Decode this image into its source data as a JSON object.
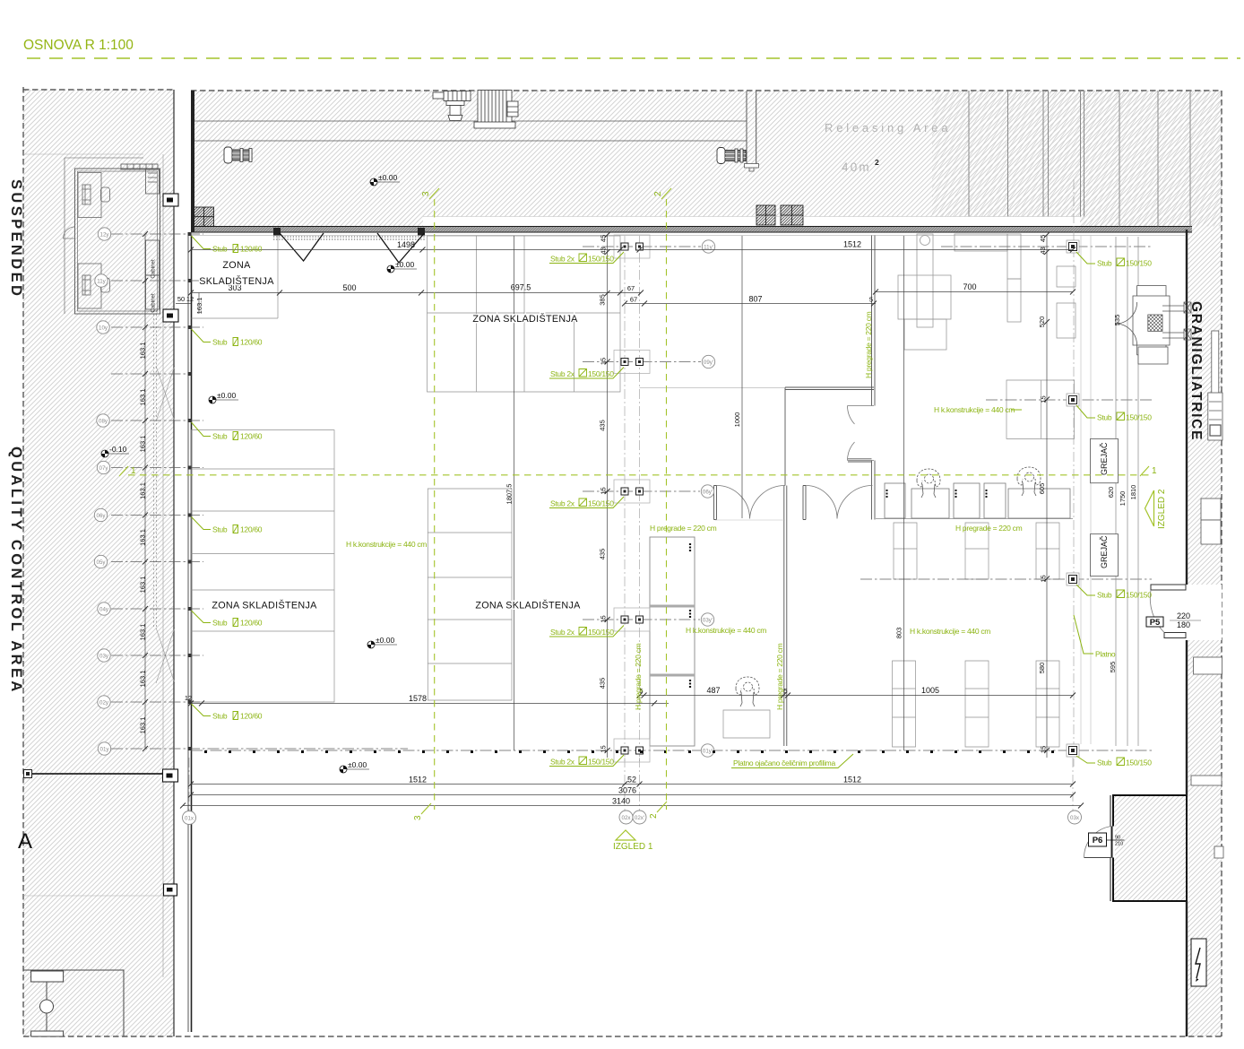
{
  "title": "OSNOVA R 1:100",
  "labels": {
    "suspended": "SUSPENDED",
    "quality_control": "QUALITY CONTROL AREA",
    "granigliatrice": "GRANIGLIATRICE",
    "section_a": "A",
    "releasing_area": "Releasing Area",
    "releasing_size": "40m",
    "releasing_sup": "2",
    "zona_word1": "ZONA",
    "zona_word2": "SKLADIŠTENJA",
    "zona_full": "ZONA SKLADIŠTENJA",
    "cabinet": "Cabinet",
    "grejac": "GREJAČ"
  },
  "green": {
    "stub120_prefix": "Stub",
    "stub120_size": "120/60",
    "stub150_prefix": "Stub 2x",
    "stub150_size": "150/150",
    "stub150s_prefix": "Stub",
    "stub150s_size": "150/150",
    "h_konstrukcije": "H k.konstrukcije = 440 cm",
    "h_pregrade": "H pregrade = 220 cm",
    "platno": "Platno",
    "platno_full": "Platno ojačano čeličnim profilima",
    "izgled1": "IZGLED 1",
    "izgled2": "IZGLED 2",
    "sec1": "1",
    "sec2": "2",
    "sec3": "3"
  },
  "levels": {
    "zero": "±0.00",
    "minus": "-0.10"
  },
  "grid": {
    "left": [
      "12y",
      "11y",
      "10y",
      "08y",
      "07y",
      "06y",
      "05y",
      "04y",
      "03y",
      "02y",
      "01y"
    ],
    "inner": [
      "11y'",
      "09y'",
      "06y'",
      "03y'",
      "01y'"
    ],
    "bottom": [
      "01x",
      "02x",
      "02x'",
      "03x"
    ]
  },
  "doors": {
    "p5": "P5",
    "p6": "P6",
    "p6_w": "210",
    "p6_w_top": "90"
  },
  "dims": {
    "d5": "5",
    "d12": "12",
    "d15": "15",
    "d43": "43",
    "d45": "45",
    "d50": "50",
    "d52": "52",
    "d67": "67",
    "d163": "163.1",
    "d180": "180",
    "d220": "220",
    "d303": "303",
    "d385": "385",
    "d435": "435",
    "d487": "487",
    "d500": "500",
    "d520": "520",
    "d535": "535",
    "d580": "580",
    "d595": "595",
    "d605": "605",
    "d620": "620",
    "d697": "697.5",
    "d700": "700",
    "d803": "803",
    "d807": "807",
    "d1000": "1000",
    "d1005": "1005",
    "d1498": "1498",
    "d1512": "1512",
    "d1578": "1578",
    "d1750": "1750",
    "d1807": "1807.5",
    "d1810": "1810",
    "d3076": "3076",
    "d3140": "3140"
  }
}
